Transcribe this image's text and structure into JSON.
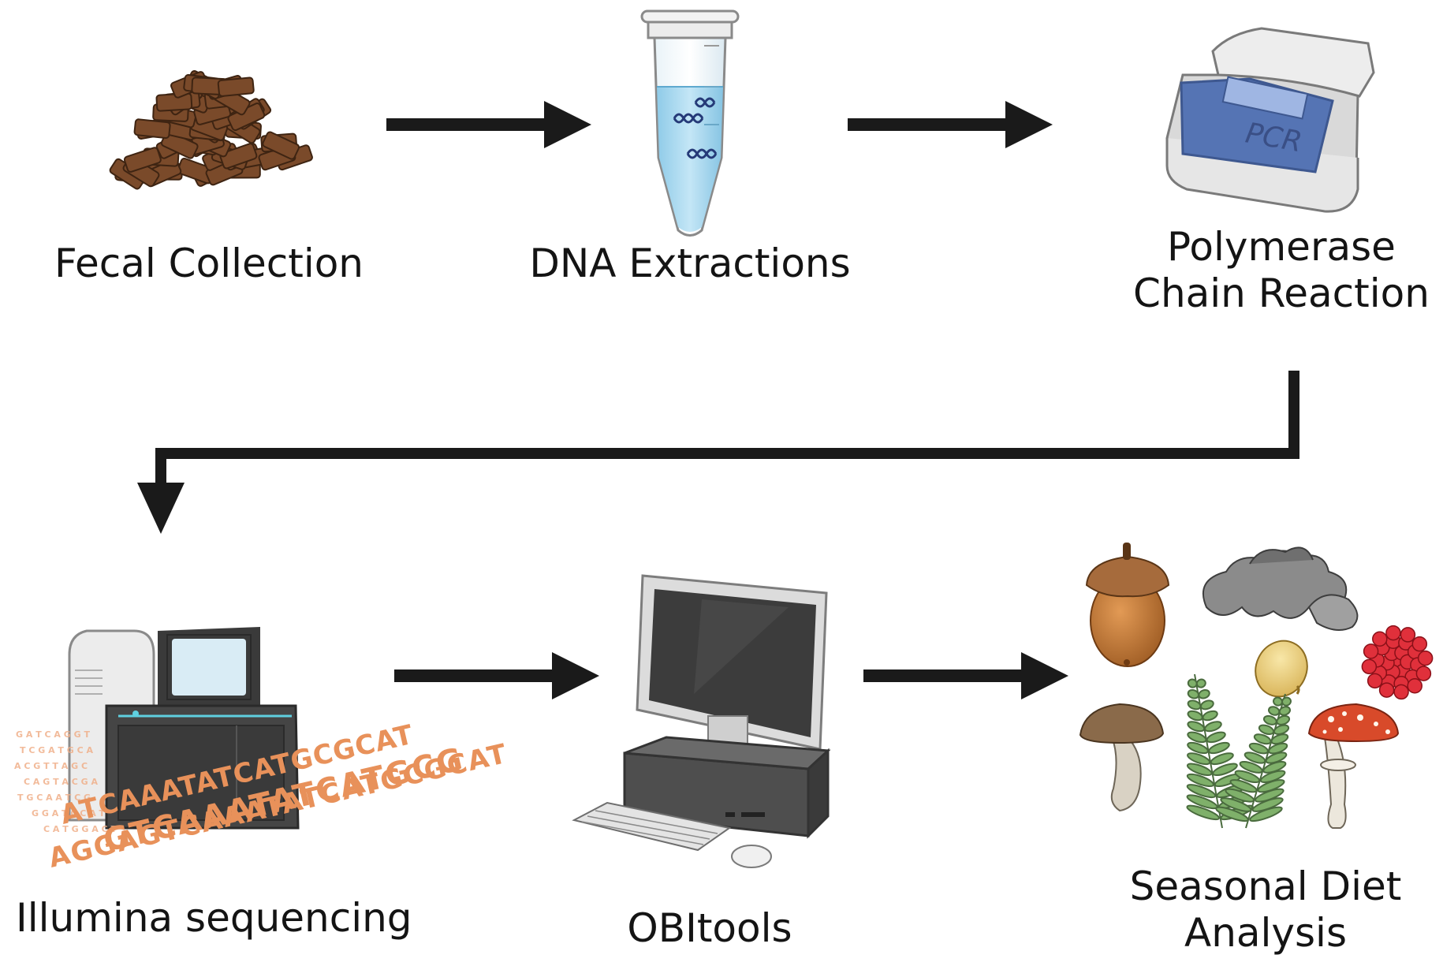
{
  "steps": {
    "fecal": {
      "label": "Fecal Collection"
    },
    "dna": {
      "label": "DNA Extractions"
    },
    "pcr": {
      "label_line1": "Polymerase",
      "label_line2": "Chain Reaction",
      "device_text": "PCR"
    },
    "illumina": {
      "label": "Illumina sequencing",
      "seq_line1": "ATCAAATATCATGCGCAT",
      "seq_line2": "GTCAAATATCATGCG",
      "seq_line3": "AGGAGTCAAATATCATGCGCAT"
    },
    "obitools": {
      "label": "OBItools"
    },
    "diet": {
      "label_line1": "Seasonal Diet",
      "label_line2": "Analysis"
    }
  },
  "colors": {
    "arrow": "#1a1a1a",
    "feces": "#7a4a2a",
    "dna_sequence": "#e8915a",
    "tube_liquid": "#a9d8ee",
    "pcr_screen": "#5574b4"
  },
  "icons": [
    "feces-pile-icon",
    "microtube-icon",
    "pcr-machine-icon",
    "sequencer-icon",
    "computer-icon",
    "acorn-icon",
    "bracket-fungus-icon",
    "bean-icon",
    "raspberry-icon",
    "mushroom-icon",
    "fern-icon",
    "fly-agaric-icon"
  ]
}
